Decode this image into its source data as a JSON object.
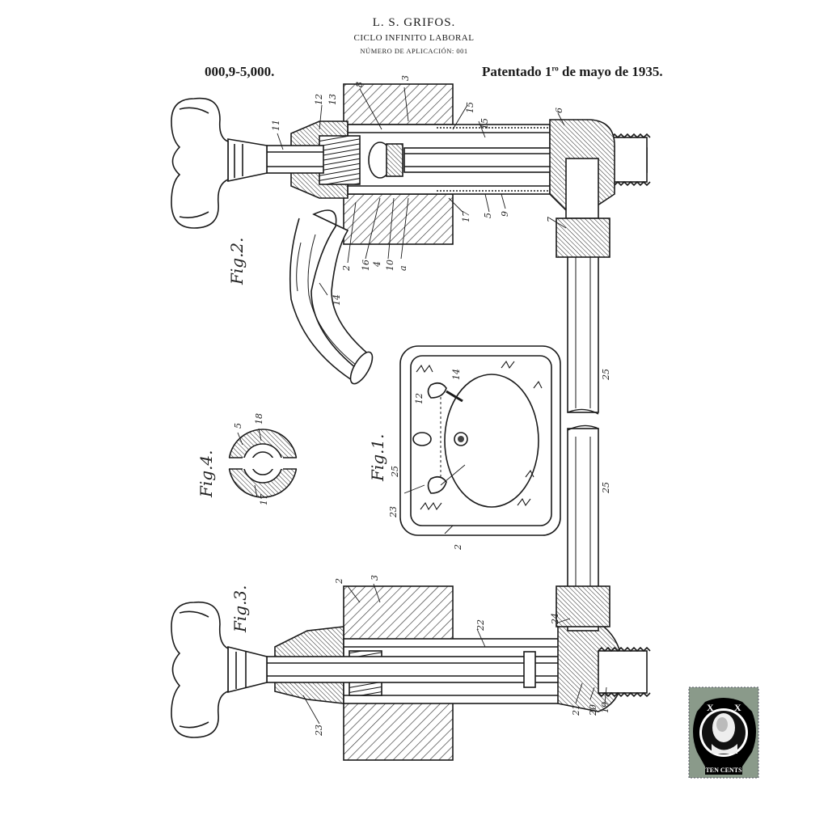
{
  "header": {
    "title": "L. S. GRIFOS.",
    "subtitle": "CICLO INFINITO LABORAL",
    "application_number": "NÚMERO DE APLICACIÓN: 001",
    "patent_number": "000,9-5,000.",
    "patent_date_prefix": "Patentado 1",
    "patent_date_superscript": "ro",
    "patent_date_suffix": " de mayo de 1935."
  },
  "figures": {
    "fig1": "Fig.1.",
    "fig2": "Fig.2.",
    "fig3": "Fig.3.",
    "fig4": "Fig.4."
  },
  "reference_numerals": {
    "r3": "3",
    "r8": "8",
    "r12": "12",
    "r13": "13",
    "r11": "11",
    "r15": "15",
    "r15b": "15",
    "r6": "6",
    "r7": "7",
    "r17": "17",
    "r5": "5",
    "r9": "9",
    "r2": "2",
    "r16": "16",
    "r4": "4",
    "r10": "10",
    "ra": "a",
    "r14": "14",
    "r25a": "25",
    "r25b": "25",
    "s12": "12",
    "s14": "14",
    "s25": "25",
    "s23": "23",
    "s2": "2",
    "f4_5": "5",
    "f4_18": "18",
    "f4_17": "17",
    "b2": "2",
    "b3": "3",
    "b22": "22",
    "b24": "24",
    "b23": "23",
    "b21": "21",
    "b20": "20",
    "b19": "19"
  },
  "stamp": {
    "text": "TEN CENTS",
    "numerals": "X",
    "description": "postage-stamp-portrait"
  }
}
